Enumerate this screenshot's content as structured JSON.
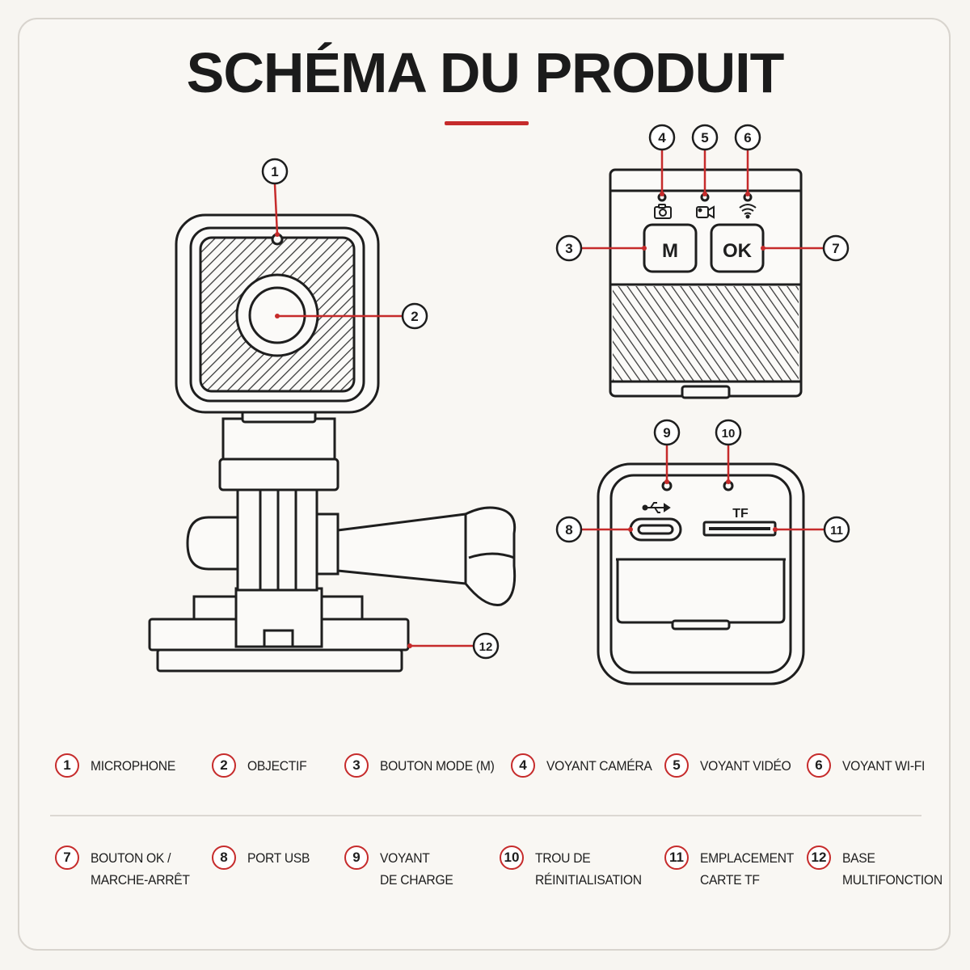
{
  "title": "SCHÉMA DU PRODUIT",
  "colors": {
    "accent": "#c62b2b",
    "line": "#1e1e1e",
    "background": "#f9f7f3"
  },
  "callout_numbers": [
    "1",
    "2",
    "3",
    "4",
    "5",
    "6",
    "7",
    "8",
    "9",
    "10",
    "11",
    "12"
  ],
  "device_labels": {
    "ok_button": "OK",
    "mode_button": "M",
    "tf_slot": "TF"
  },
  "status_icons": [
    "camera-icon",
    "video-icon",
    "wifi-icon",
    "usb-icon"
  ],
  "legend": [
    {
      "num": "1",
      "label": "MICROPHONE"
    },
    {
      "num": "2",
      "label": "OBJECTIF"
    },
    {
      "num": "3",
      "label": "BOUTON MODE (M)"
    },
    {
      "num": "4",
      "label": "VOYANT CAMÉRA"
    },
    {
      "num": "5",
      "label": "VOYANT VIDÉO"
    },
    {
      "num": "6",
      "label": "VOYANT WI-FI"
    },
    {
      "num": "7",
      "label": "BOUTON OK /\nMARCHE-ARRÊT"
    },
    {
      "num": "8",
      "label": "PORT USB"
    },
    {
      "num": "9",
      "label": "VOYANT\nDE CHARGE"
    },
    {
      "num": "10",
      "label": "TROU DE\nRÉINITIALISATION"
    },
    {
      "num": "11",
      "label": "EMPLACEMENT\nCARTE TF"
    },
    {
      "num": "12",
      "label": "BASE\nMULTIFONCTION"
    }
  ]
}
